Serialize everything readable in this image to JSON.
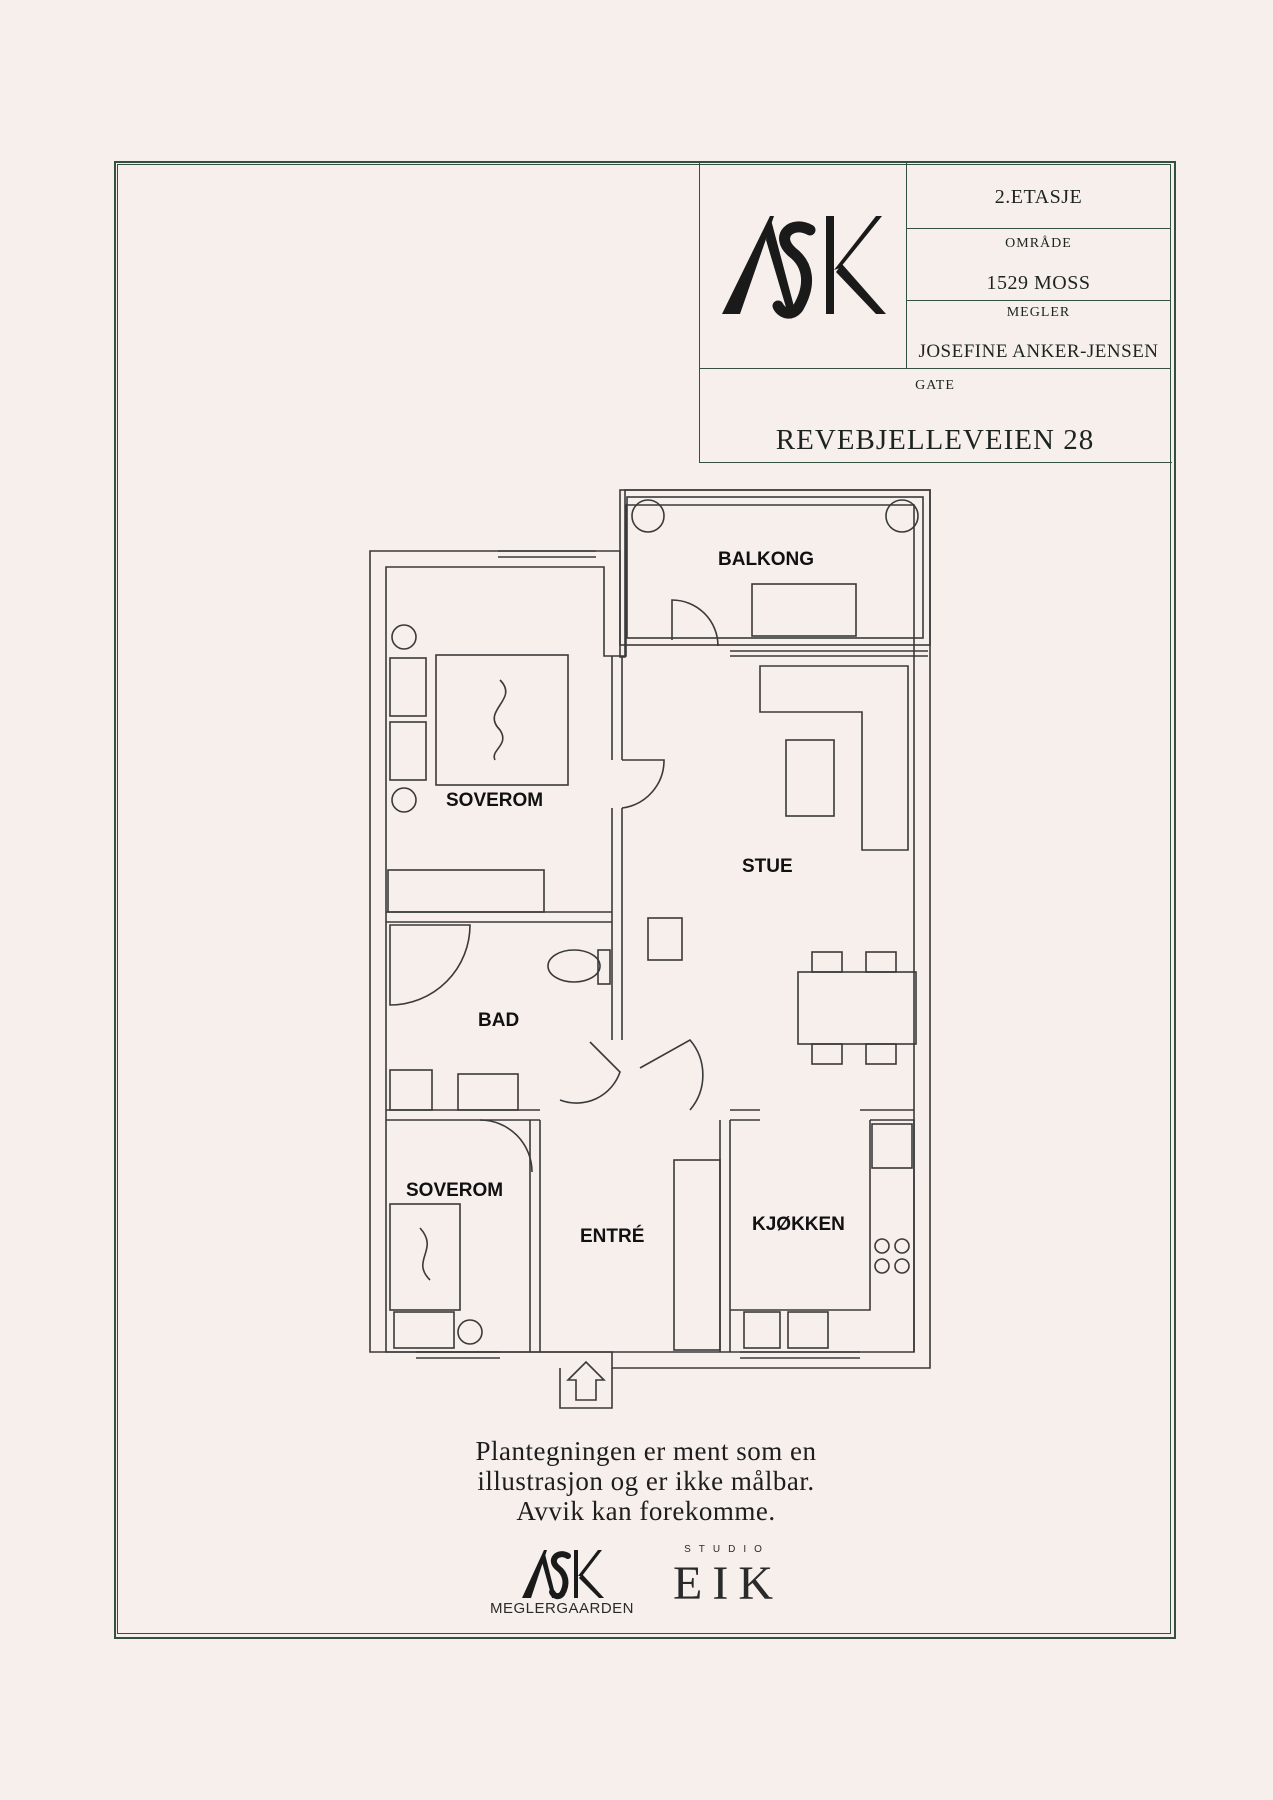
{
  "title_block": {
    "floor": "2.ETASJE",
    "area_label": "OMRÅDE",
    "area_value": "1529 MOSS",
    "broker_label": "MEGLER",
    "broker_value": "JOSEFINE ANKER-JENSEN",
    "street_label": "GATE",
    "street_value": "REVEBJELLEVEIEN 28",
    "logo_text": "ASK"
  },
  "rooms": {
    "balcony": "BALKONG",
    "bedroom_1": "SOVEROM",
    "living": "STUE",
    "bath": "BAD",
    "bedroom_2": "SOVEROM",
    "entry": "ENTRÉ",
    "kitchen": "KJØKKEN"
  },
  "disclaimer": {
    "line1": "Plantegningen er ment som en",
    "line2": "illustrasjon og er ikke målbar.",
    "line3": "Avvik kan forekomme."
  },
  "footer_logos": {
    "ask_mark": "ASK",
    "ask_sub": "MEGLERGAARDEN",
    "eik_top": "STUDIO",
    "eik_main": "EIK"
  },
  "colors": {
    "background": "#f6efec",
    "frame": "#34503e",
    "lines": "#3a3a3a"
  }
}
